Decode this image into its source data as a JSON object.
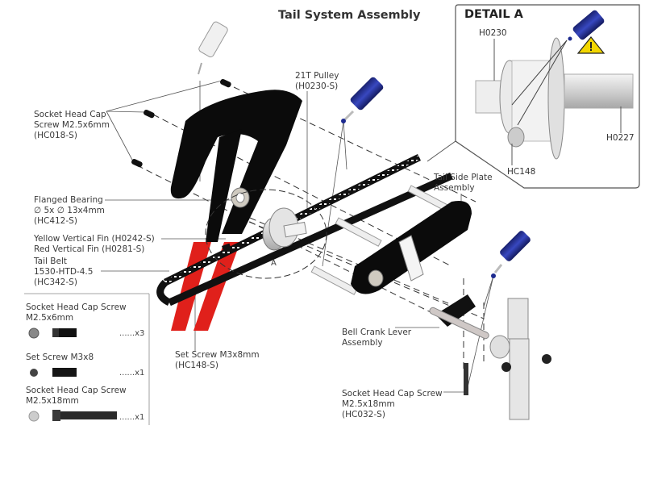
{
  "title": "Tail System Assembly",
  "detail": {
    "title": "DETAIL A",
    "labels": {
      "pulley": "H0230",
      "shaft": "H0227",
      "set_screw": "HC148"
    }
  },
  "callouts": {
    "socket_screw_6": [
      "Socket Head Cap",
      "Screw M2.5x6mm",
      "(HC018-S)"
    ],
    "flanged_bearing": [
      "Flanged Bearing",
      "∅ 5x ∅ 13x4mm",
      "(HC412-S)"
    ],
    "vertical_fin": [
      "Yellow Vertical Fin (H0242-S)",
      "Red Vertical Fin (H0281-S)"
    ],
    "tail_belt": [
      "Tail Belt",
      "1530-HTD-4.5",
      "(HC342-S)"
    ],
    "pulley": [
      "21T Pulley",
      "(H0230-S)"
    ],
    "tail_side_plate": [
      "Tail Side Plate",
      "Assembly"
    ],
    "set_screw": [
      "Set Screw M3x8mm",
      "(HC148-S)"
    ],
    "bell_crank": [
      "Bell Crank Lever",
      "Assembly"
    ],
    "socket_screw_18": [
      "Socket Head Cap Screw",
      "M2.5x18mm",
      "(HC032-S)"
    ],
    "detail_marker": "A"
  },
  "hardware_list": [
    {
      "name": [
        "Socket Head Cap Screw",
        "M2.5x6mm"
      ],
      "qty": "......x3"
    },
    {
      "name": [
        "Set Screw M3x8"
      ],
      "qty": "......x1"
    },
    {
      "name": [
        "Socket Head Cap Screw",
        "M2.5x18mm"
      ],
      "qty": "......x1"
    }
  ],
  "colors": {
    "frame": "#0b0b0b",
    "fin": "#e0201b",
    "threadlock_bottle": "#1d2a8f",
    "warning": "#f2d600",
    "part_gray": "#d8d8d8"
  },
  "icons": [
    "threadlock-bottle-icon",
    "warning-triangle-icon"
  ]
}
